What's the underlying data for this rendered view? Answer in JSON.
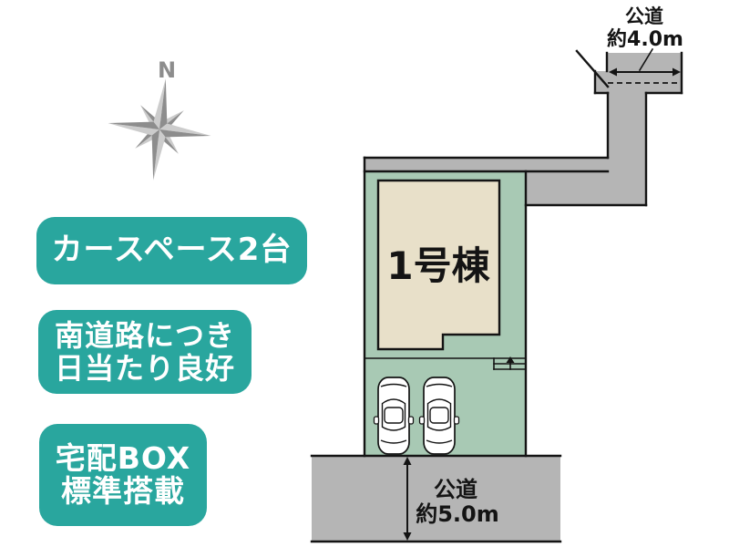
{
  "compass": {
    "north_label": "N"
  },
  "badges": {
    "car_space": {
      "label": "カースペース2台"
    },
    "south_road": {
      "line1": "南道路につき",
      "line2": "日当たり良好"
    },
    "delivery_box": {
      "line1": "宅配BOX",
      "line2": "標準搭載"
    }
  },
  "plan": {
    "building": {
      "label": "1号棟"
    },
    "top_road": {
      "label_line1": "公道",
      "label_line2": "約4.0m"
    },
    "bottom_road": {
      "label_line1": "公道",
      "label_line2": "約5.0m"
    }
  },
  "colors": {
    "badge_teal": "#29a69e",
    "lot_green": "#a8c9b4",
    "building_beige": "#e8e0c9",
    "road_gray": "#b5b5b5",
    "compass_gray": "#8d8d8d",
    "outline_black": "#141414",
    "page_bg": "#ffffff"
  }
}
